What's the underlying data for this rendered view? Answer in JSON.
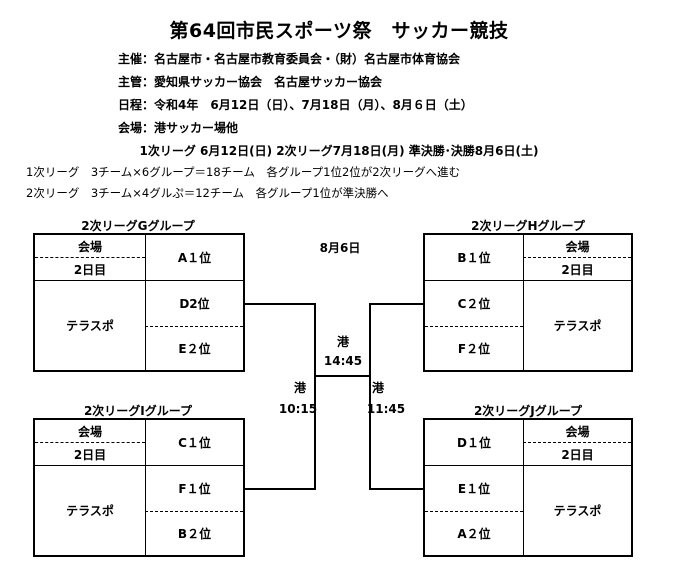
{
  "title": "第64回市民スポーツ祭　サッカー競技",
  "info": {
    "sponsor": "主催：名古屋市・名古屋市教育委員会・（財）名古屋市体育協会",
    "manager": "主管：愛知県サッカー協会　名古屋サッカー協会",
    "dates": "日程：令和4年　6月12日（日）、7月18日（月）、8月６日（土）",
    "venue": "会場：港サッカー場他"
  },
  "schedule_line": "1次リーグ 6月12日(日) 2次リーグ7月18日(月) 準決勝･決勝8月6日(土)",
  "notes": [
    "1次リーグ　3チーム×6グループ＝18チーム　各グループ1位2位が2次リーグへ進む",
    "2次リーグ　3チーム×4グルぷ＝12チーム　各グループ1位が準決勝へ"
  ],
  "groups": {
    "g": {
      "title": "2次リーグGグループ",
      "venue_label": "会場",
      "day_label": "2日目",
      "field": "テラスポ",
      "teams": [
        "A１位",
        "D2位",
        "E２位"
      ]
    },
    "h": {
      "title": "2次リーグHグループ",
      "venue_label": "会場",
      "day_label": "2日目",
      "field": "テラスポ",
      "teams": [
        "B１位",
        "C２位",
        "F２位"
      ]
    },
    "i": {
      "title": "2次リーグIグループ",
      "venue_label": "会場",
      "day_label": "2日目",
      "field": "テラスポ",
      "teams": [
        "C１位",
        "F１位",
        "B２位"
      ]
    },
    "j": {
      "title": "2次リーグJグループ",
      "venue_label": "会場",
      "day_label": "2日目",
      "field": "テラスポ",
      "teams": [
        "D１位",
        "E１位",
        "A２位"
      ]
    }
  },
  "bracket": {
    "date": "8月6日",
    "final_venue": "港",
    "final_time": "14:45",
    "semi_left_venue": "港",
    "semi_left_time": "10:15",
    "semi_right_venue": "港",
    "semi_right_time": "11:45"
  }
}
